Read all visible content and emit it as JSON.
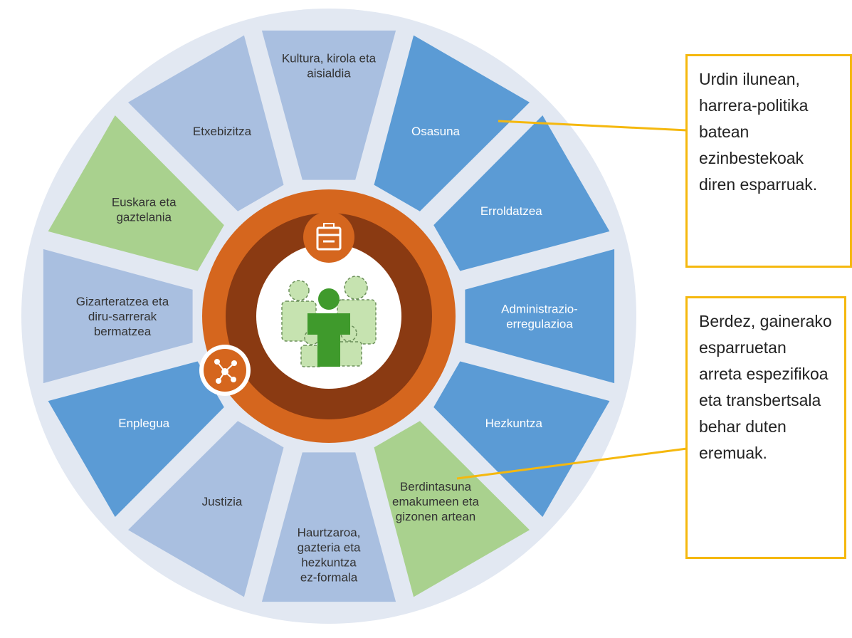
{
  "segments": [
    {
      "label": "Kultura, kirola eta\naisialdia",
      "color": "light-blue"
    },
    {
      "label": "Osasuna",
      "color": "dark-blue"
    },
    {
      "label": "Erroldatzea",
      "color": "dark-blue"
    },
    {
      "label": "Administrazio-\nerregulazioa",
      "color": "dark-blue"
    },
    {
      "label": "Hezkuntza",
      "color": "dark-blue"
    },
    {
      "label": "Berdintasuna\nemakumeen eta\ngizonen artean",
      "color": "green"
    },
    {
      "label": "Haurtzaroa,\ngazteria eta\nhezkuntza\nez-formala",
      "color": "light-blue"
    },
    {
      "label": "Justizia",
      "color": "light-blue"
    },
    {
      "label": "Enplegua",
      "color": "dark-blue"
    },
    {
      "label": "Gizarteratzea eta\ndiru-sarrerak\nbermatzea",
      "color": "light-blue"
    },
    {
      "label": "Euskara eta\ngaztelania",
      "color": "green"
    },
    {
      "label": "Etxebizitza",
      "color": "light-blue"
    }
  ],
  "colors": {
    "dark-blue": "#5b9bd5",
    "light-blue": "#a9bfe0",
    "green": "#a9d18e",
    "ring_outer": "#e2e8f2",
    "orange": "#d5661e",
    "brown": "#8a3a12",
    "accent_yellow": "#f5b80e",
    "people_dark": "#3f9a2c",
    "people_light": "#c6e3b0"
  },
  "icons": [
    "toolbox-icon",
    "network-icon",
    "people-group-icon"
  ],
  "callouts": {
    "blue": "Urdin ilunean, harrera-politika batean ezinbestekoak diren esparruak.",
    "green": "Berdez, gainerako esparruetan arreta espezifikoa eta transbertsala behar duten eremuak."
  }
}
